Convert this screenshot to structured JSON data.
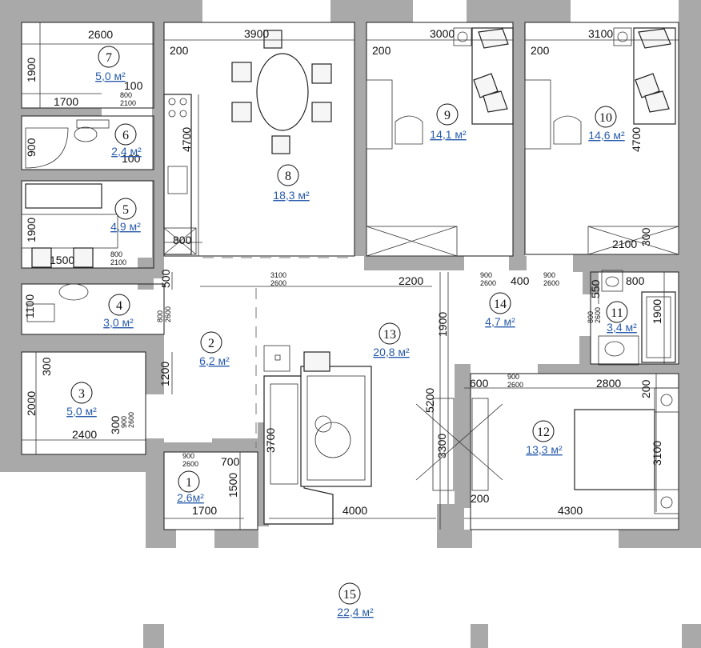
{
  "rooms": [
    {
      "num": "1",
      "area": "2.6м²"
    },
    {
      "num": "2",
      "area": "6,2 м²"
    },
    {
      "num": "3",
      "area": "5,0 м²"
    },
    {
      "num": "4",
      "area": "3,0 м²"
    },
    {
      "num": "5",
      "area": "4,9 м²"
    },
    {
      "num": "6",
      "area": "2,4 м²"
    },
    {
      "num": "7",
      "area": "5,0 м²"
    },
    {
      "num": "8",
      "area": "18,3 м²"
    },
    {
      "num": "9",
      "area": "14,1 м²"
    },
    {
      "num": "10",
      "area": "14,6 м²"
    },
    {
      "num": "11",
      "area": "3,4 м²"
    },
    {
      "num": "12",
      "area": "13,3 м²"
    },
    {
      "num": "13",
      "area": "20,8 м²"
    },
    {
      "num": "14",
      "area": "4,7 м²"
    },
    {
      "num": "15",
      "area": "22,4 м²"
    }
  ],
  "dims": {
    "d2600": "2600",
    "d3900": "3900",
    "d3000": "3000",
    "d3100": "3100",
    "d200": "200",
    "d1900": "1900",
    "d100": "100",
    "d1700": "1700",
    "d4700": "4700",
    "d800": "800",
    "d900": "900",
    "d1500": "1500",
    "d500": "500",
    "d2200": "2200",
    "d400": "400",
    "d550": "550",
    "d2100": "2100",
    "d300": "300",
    "d1200": "1200",
    "d2000": "2000",
    "d2400": "2400",
    "d600": "600",
    "d2800": "2800",
    "d5200": "5200",
    "d3700": "3700",
    "d3300": "3300",
    "d4000": "4000",
    "d4300": "4300",
    "d700": "700",
    "d1100": "1100"
  },
  "openings": {
    "o800_2100": {
      "top": "800",
      "bottom": "2100"
    },
    "o900_2600": {
      "top": "900",
      "bottom": "2600"
    },
    "o800_2600": {
      "top": "800",
      "bottom": "2600"
    },
    "o3100_2600": {
      "top": "3100",
      "bottom": "2600"
    }
  }
}
